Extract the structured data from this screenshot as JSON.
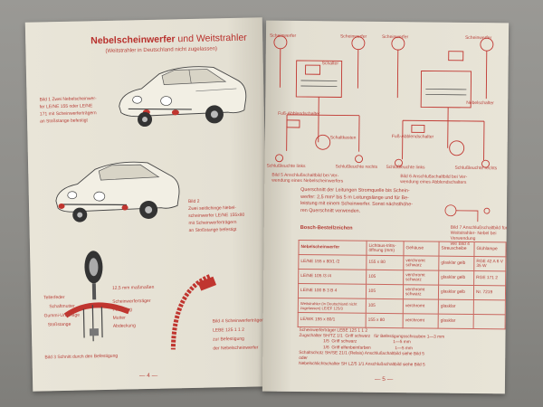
{
  "left_page": {
    "title_bold": "Nebelscheinwerfer",
    "title_rest": " und Weitstrahler",
    "subtitle": "(Weitstrahler in Deutschland nicht zugelassen)",
    "bild1_caption": [
      "Bild 1 Zwei Nebelscheinwer-",
      "fer LE/NE 155 oder LE/NE",
      "171 mit Scheinwerferträgern",
      "an Stoßstange befestigt"
    ],
    "bild2_caption": [
      "Bild 2",
      "Zwei seitlichinge Nebel-",
      "scheinwerfer LE/NE 155x80",
      "mit Scheinwerferträgern",
      "an Stoßstange befestigt"
    ],
    "bild3_caption": "Bild 3 Schnitt durch den Befestigung",
    "bild4_caption": [
      "Bild 4  Scheinwerferträger",
      "LEBE 125 1 1 2",
      "zur Befestigung",
      "der Nebelscheinwerfer"
    ],
    "labels": [
      "Tellerfeder",
      "12,5 mm maßmaßen",
      "Schaftmutter",
      "Gummi-Unterlage",
      "Scheinwerferträger",
      "Federring",
      "Mutter",
      "Abdeckung",
      "Stoßstange"
    ],
    "page_number": "— 4 —"
  },
  "right_page": {
    "diagram_labels_left": [
      "Scheinwerfer",
      "Scheinwerfer",
      "Schalter",
      "Schaltschalter",
      "Fuß-Abblendschalter",
      "Schaltkasten",
      "Schlußleuchte links",
      "Schlußleuchte rechts"
    ],
    "diagram_labels_right": [
      "Scheinwerfer",
      "Scheinwerfer",
      "Nebelschalter",
      "Schaltschalter",
      "Fuß-Abblendschalter",
      "Schlußleuchte links",
      "Schlußleuchte rechts"
    ],
    "bild5_caption": [
      "Bild 5  Anschlußschaltbild bei Ver-",
      "wendung eines Nebelscheinwerfers"
    ],
    "bild6_caption": [
      "Bild 6  Anschlußschaltbild bei Ver-",
      "wendung eines Abblendschalters"
    ],
    "quer_text": [
      "Querschnitt der Leitungen Stromquelle bis Schein-",
      "werfer: 2,5 mm² bis 5 m Leitungslänge und für Be-",
      "leistung mit einem Scheinwerfer. Sonst nächsthöhe-",
      "ren Querschnitt verwenden."
    ],
    "bild7_caption": [
      "Bild 7 Anschlußschaltbild für",
      "Weitstrahler- Nebel bei",
      "Verwendung",
      "wie Bild 4"
    ],
    "bosch_heading": "Bosch-Bestellzeichen",
    "table_header": [
      "Nebelscheinwerfer",
      "Lichtaus-tritts-öffnung (mm)",
      "Gehäuse",
      "Streuscheibe",
      "Glühlampe"
    ],
    "table_rows": [
      [
        "LE/NE 155 x 80/1 /2",
        "155 x 80",
        "verchromt schwarz",
        "glasklar gelb",
        "RGE 42 A 6 V 35 W"
      ],
      [
        "LE/NE 105 /3 /4",
        "105",
        "verchromt schwarz",
        "glasklar gelb",
        "RGE 171 2"
      ],
      [
        "LE/NE 100 B 3 B 4",
        "105",
        "verchromt schwarz",
        "glasklar gelb",
        "Nr. 7219"
      ],
      [
        "Weitstrahler (in Deutschland nicht zugelassen) LE/EF 125/3",
        "105",
        "verchromt",
        "glasklar",
        ""
      ],
      [
        "LE/WK 155 x 80/1",
        "155 x 80",
        "verchromt",
        "glasklar",
        ""
      ]
    ],
    "orders": [
      "Scheinwerferträger LEBE 125 1 1 2",
      "Zugschalter SH/TZ 1/1  Griff schwarz   für Befestigungsschrauben 1—3 mm",
      "                    1/5  Griff schwarz                              1—5 mm",
      "                    1/6  Griff elfenbeinfarben                    1—5 mm",
      "Schaltschütz SH/SE 21/1 (Relais) Anschlußschaltbild siehe Bild 5",
      "oder",
      "Nebelschlichtschalter SH LZ/5 1/1 Anschlußschaltbild siehe Bild 5"
    ],
    "page_number": "— 5 —"
  }
}
